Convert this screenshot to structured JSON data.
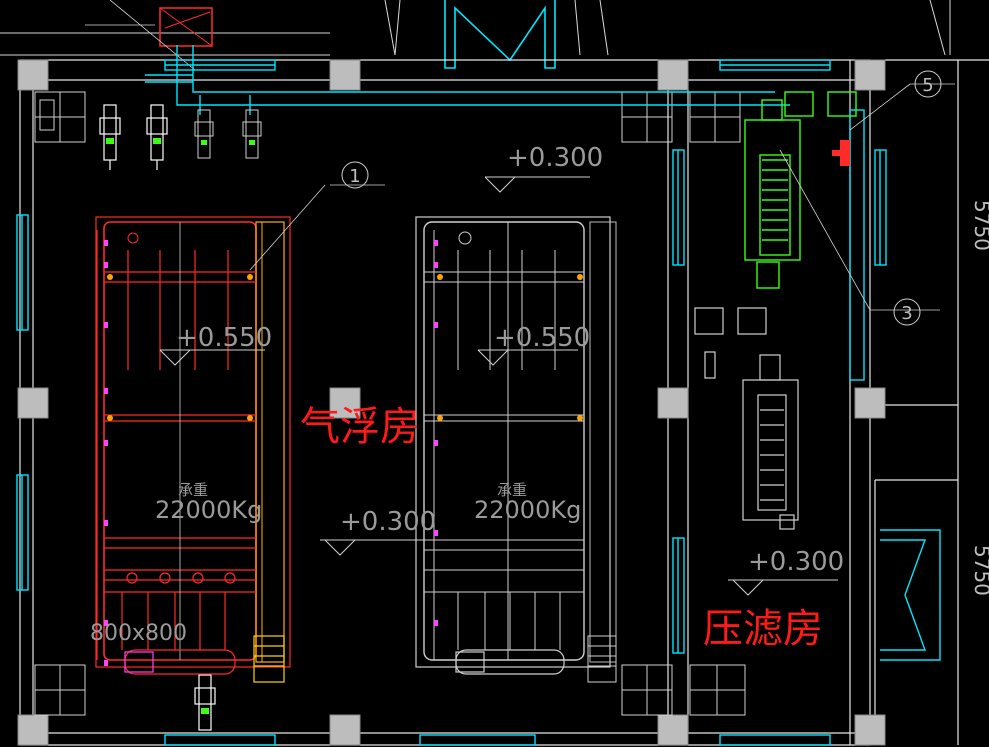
{
  "elevations": {
    "top_mid": "+0.300",
    "left_tank": "+0.550",
    "mid_tank": "+0.550",
    "center_low": "+0.300",
    "right_low": "+0.300"
  },
  "load": {
    "left_caption": "承重",
    "left_value": "22000Kg",
    "mid_caption": "承重",
    "mid_value": "22000Kg"
  },
  "pit_size": "800x800",
  "rooms": {
    "gas_room": "气浮房",
    "filter_room": "压滤房"
  },
  "callouts": {
    "c1": "1",
    "c3": "3",
    "c5": "5"
  },
  "edge_dims": {
    "upper": "5750",
    "lower": "5750"
  },
  "colors": {
    "wall": "#ffffff",
    "window": "#00e5ff",
    "column": "#c8c8c8",
    "tank_red": "#ff2a2a",
    "tank_gray": "#cfcfcf",
    "press_green": "#39ff14",
    "text_gray": "#9a9a9a",
    "room_label": "#ff1a1a"
  }
}
